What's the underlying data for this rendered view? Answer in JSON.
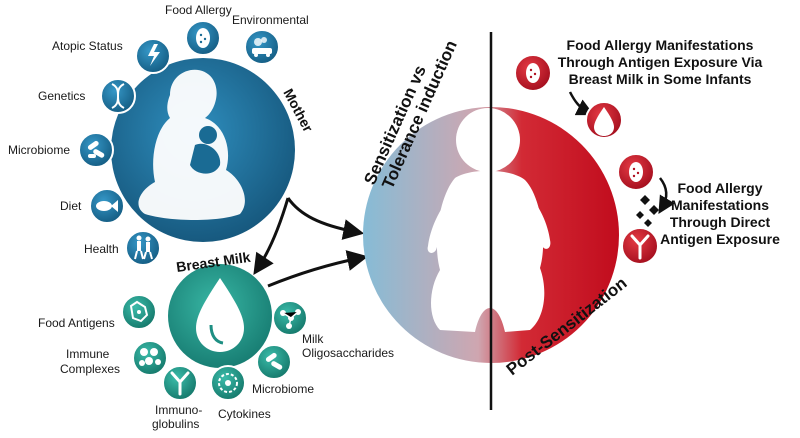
{
  "mother": {
    "title": "Mother",
    "factors": [
      {
        "label": "Food Allergy",
        "icon": "peanut-icon"
      },
      {
        "label": "Environmental",
        "icon": "car-smog-icon"
      },
      {
        "label": "Atopic Status",
        "icon": "lightning-hand-icon"
      },
      {
        "label": "Genetics",
        "icon": "dna-icon"
      },
      {
        "label": "Microbiome",
        "icon": "bacteria-icon"
      },
      {
        "label": "Diet",
        "icon": "fish-icon"
      },
      {
        "label": "Health",
        "icon": "walking-people-icon"
      }
    ]
  },
  "breast_milk": {
    "title": "Breast Milk",
    "components": [
      {
        "label": "Food Antigens",
        "icon": "antigen-icon"
      },
      {
        "label": "Milk",
        "label2": "Oligosaccharides",
        "icon": "oligosaccharide-icon"
      },
      {
        "label": "Immune",
        "label2": "Complexes",
        "icon": "immune-complex-icon"
      },
      {
        "label": "Microbiome",
        "icon": "bacteria-icon"
      },
      {
        "label": "Cytokines",
        "icon": "cytokine-icon"
      },
      {
        "label": "Immuno-",
        "label2": "globulins",
        "icon": "antibody-icon"
      }
    ]
  },
  "infant": {
    "left_title_line1": "Sensitization vs",
    "left_title_line2": "Tolerance induction",
    "right_title": "Post-Sensitization",
    "colors": {
      "left": "#7ab3cf",
      "right": "#c8102e",
      "mother": "#1f6f99",
      "milk": "#1e8f83"
    }
  },
  "outcomes": {
    "milk_exposure": [
      "Food Allergy Manifestations",
      "Through Antigen Exposure Via",
      "Breast Milk in Some Infants"
    ],
    "direct_exposure": [
      "Food Allergy",
      "Manifestations",
      "Through Direct",
      "Antigen Exposure"
    ]
  }
}
